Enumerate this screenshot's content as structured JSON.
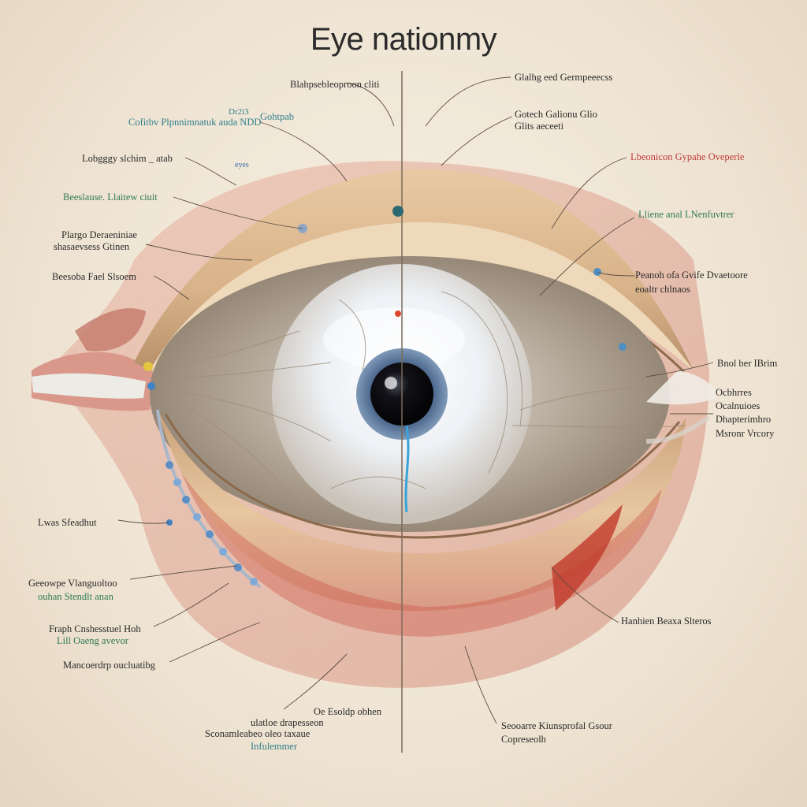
{
  "title": "Eye nationmy",
  "colors": {
    "background": "#efe5d6",
    "sclera": "#f4f6f8",
    "iris": "#3d5a80",
    "pupil": "#0b0b0f",
    "lid": "#d9b98c",
    "flesh": "#e3a48f",
    "accent_red": "#c23a3a",
    "accent_teal": "#2f7f8a"
  },
  "labels": {
    "l1": "Blahpsebleoproon cliti",
    "l2a": "Dr2i3",
    "l2b": "Cofitbv Plpnnimnatuk auda NDD",
    "l2c": "Gohtpab",
    "l3": "Lobgggy slchim _ atab",
    "l3b": "eyes",
    "l4": "Beeslause. Llaitew ciuit",
    "l5a": "Plargo Deraeniniae",
    "l5b": "shasaevsess Gtinen",
    "l6": "Beesoba Fael Slsoem",
    "l7": "Lwas Sfeadhut",
    "l8a": "Geeowpe Vlanguoltoo",
    "l8b": "ouhan Stendlt anan",
    "l9a": "Fraph Cnshesstuel Hoh",
    "l9b": "Lill Oaeng avevor",
    "l10": "Mancoerdrp oucluatibg",
    "l11a": "Oe Esoldp obhen",
    "l11b": "ulatloe drapesseon",
    "l11c": "Sconamleabeo oleo taxaue",
    "l11d": "Infulemmer",
    "r1": "Glalhg eed Germpeeecss",
    "r2a": "Gotech Galionu Glio",
    "r2b": "Glits aeceeti",
    "r3": "Lbeonicon Gypahe Oveperle",
    "r4": "Lliene anal LNenfuvtrer",
    "r5a": "Peanoh ofa Gvife Dvaetoore",
    "r5b": "eoaltr chlnaos",
    "r6": "Bnol ber IBrim",
    "r7a": "Ocbhrres",
    "r7b": "Ocalnuioes",
    "r7c": "Dhapterimhro",
    "r7d": "Msronr Vrcory",
    "r8": "Hanhien Beaxa Slteros",
    "r9a": "Seooarre Kiunsprofal Gsour",
    "r9b": "Copreseolh"
  }
}
